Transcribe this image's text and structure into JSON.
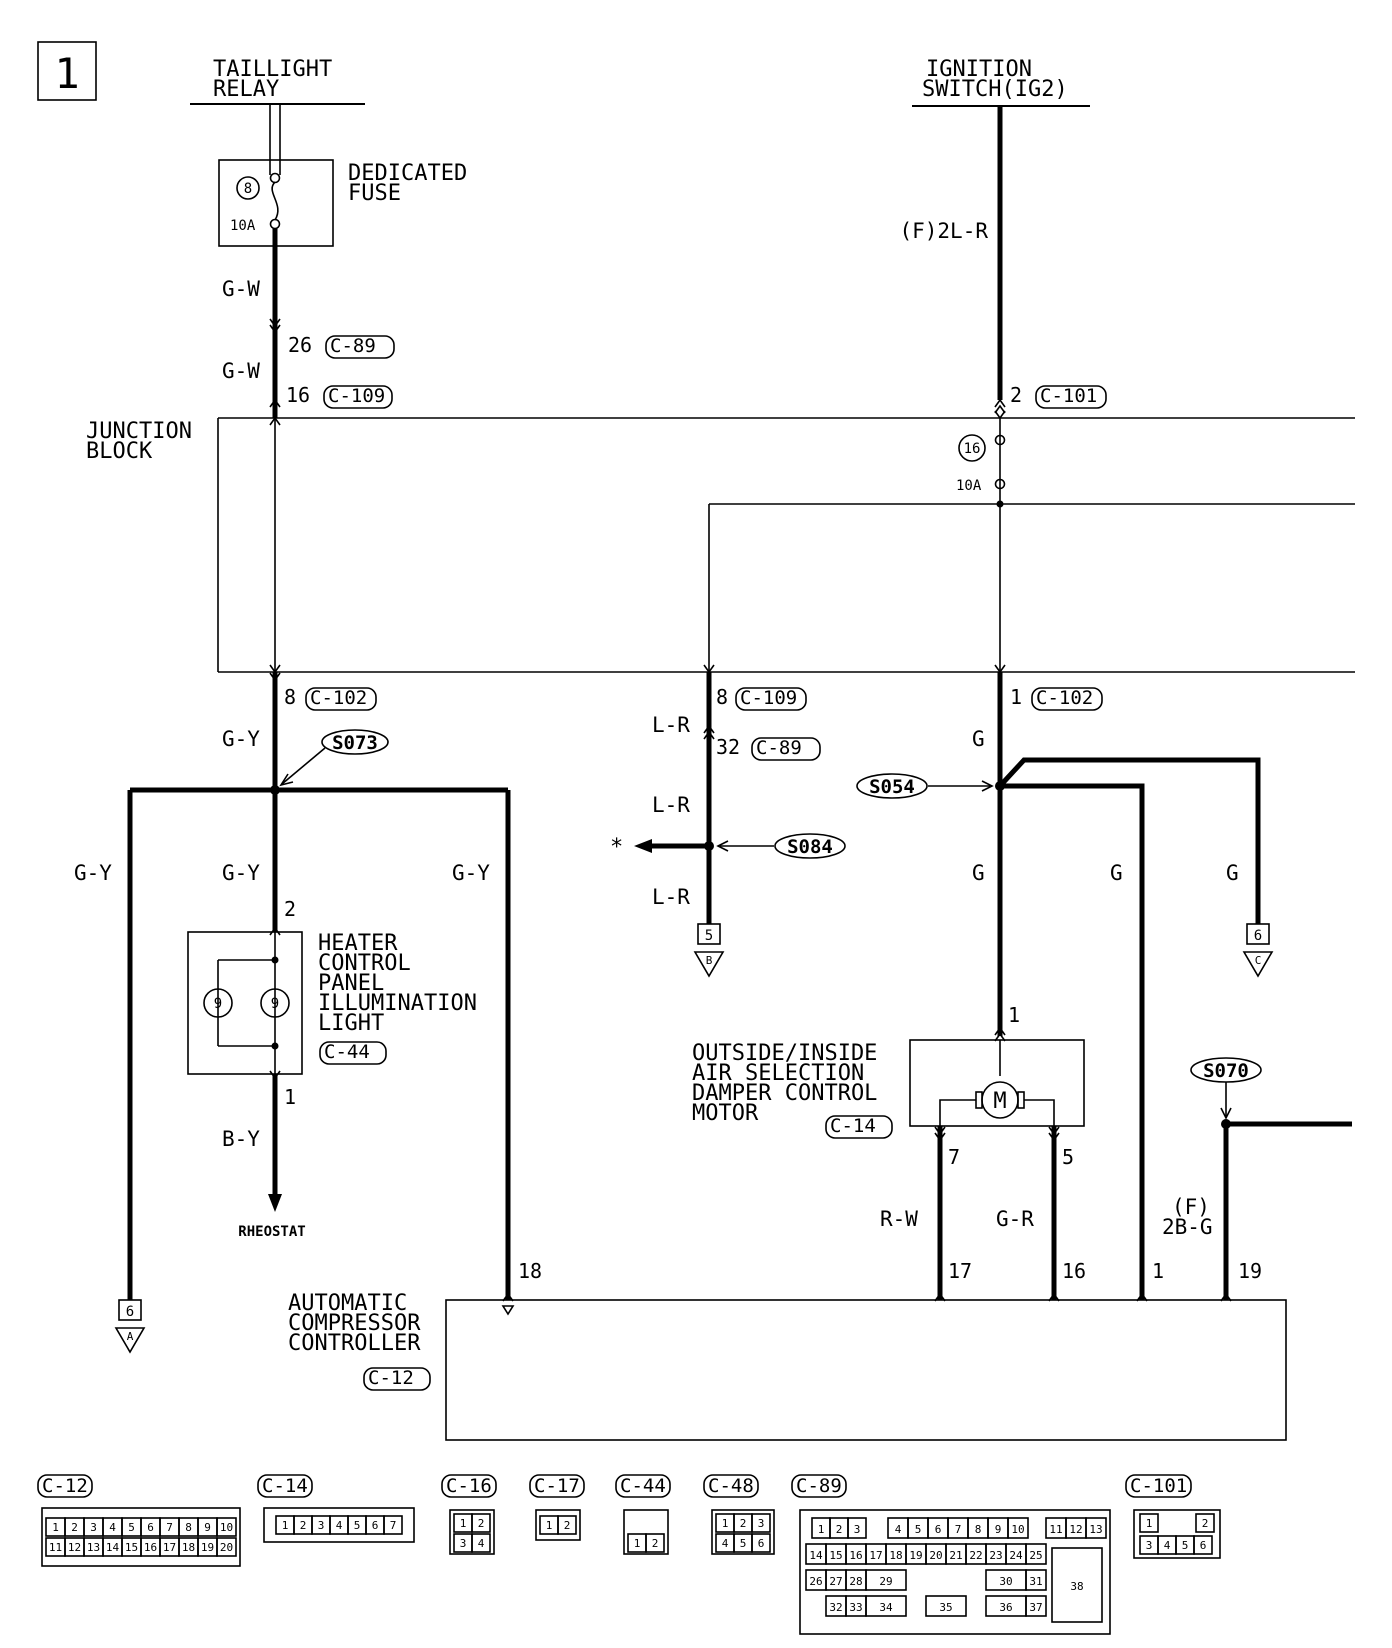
{
  "page_number": "1",
  "taillight_relay": {
    "line1": "TAILLIGHT",
    "line2": "RELAY"
  },
  "ignition_switch": {
    "line1": "IGNITION",
    "line2": "SWITCH(IG2)"
  },
  "dedicated_fuse": {
    "line1": "DEDICATED",
    "line2": "FUSE",
    "number": "8",
    "rating": "10A"
  },
  "junction_block": {
    "line1": "JUNCTION",
    "line2": "BLOCK",
    "fuse_number": "16",
    "fuse_rating": "10A"
  },
  "wires": {
    "gw_1": "G-W",
    "gw_2": "G-W",
    "f_2lr": "(F)2L-R",
    "gy_main": "G-Y",
    "gy_left": "G-Y",
    "gy_mid": "G-Y",
    "gy_right": "G-Y",
    "by": "B-Y",
    "lr_1": "L-R",
    "lr_2": "L-R",
    "lr_3": "L-R",
    "g_1": "G",
    "g_2": "G",
    "g_3": "G",
    "g_4": "G",
    "rw": "R-W",
    "gr": "G-R",
    "f_prefix": "(F)",
    "f_2bg": "2B-G"
  },
  "pins": {
    "p26": "26",
    "p16a": "16",
    "p2": "2",
    "p8a": "8",
    "p8b": "8",
    "p32": "32",
    "p1a": "1",
    "p2b": "2",
    "p1b": "1",
    "p1c": "1",
    "p7": "7",
    "p5": "5",
    "p18": "18",
    "p17": "17",
    "p16b": "16",
    "p1d": "1",
    "p19": "19"
  },
  "connector_refs": {
    "c89a": "C-89",
    "c109a": "C-109",
    "c101": "C-101",
    "c102a": "C-102",
    "c109b": "C-109",
    "c102b": "C-102",
    "c89b": "C-89",
    "c44": "C-44",
    "c14": "C-14",
    "c12": "C-12"
  },
  "splices": {
    "s073": "S073",
    "s054": "S054",
    "s084": "S084",
    "s070": "S070"
  },
  "heater_panel": {
    "line1": "HEATER",
    "line2": "CONTROL",
    "line3": "PANEL",
    "line4": "ILLUMINATION",
    "line5": "LIGHT",
    "bulb": "9"
  },
  "damper_motor": {
    "line1": "OUTSIDE/INSIDE",
    "line2": "AIR SELECTION",
    "line3": "DAMPER CONTROL",
    "line4": "MOTOR",
    "symbol": "M"
  },
  "compressor_controller": {
    "line1": "AUTOMATIC",
    "line2": "COMPRESSOR",
    "line3": "CONTROLLER"
  },
  "rheostat": "RHEOSTAT",
  "asterisk": "*",
  "offpage": {
    "a": {
      "num": "6",
      "letter": "A"
    },
    "b": {
      "num": "5",
      "letter": "B"
    },
    "c": {
      "num": "6",
      "letter": "C"
    }
  },
  "legend": {
    "c12": {
      "label": "C-12",
      "row1": [
        "1",
        "2",
        "3",
        "4",
        "5",
        "6",
        "7",
        "8",
        "9",
        "10"
      ],
      "row2": [
        "11",
        "12",
        "13",
        "14",
        "15",
        "16",
        "17",
        "18",
        "19",
        "20"
      ]
    },
    "c14": {
      "label": "C-14",
      "pins": [
        "1",
        "2",
        "3",
        "4",
        "5",
        "6",
        "7"
      ]
    },
    "c16": {
      "label": "C-16",
      "pins": [
        "1",
        "2",
        "3",
        "4"
      ]
    },
    "c17": {
      "label": "C-17",
      "pins": [
        "1",
        "2"
      ]
    },
    "c44": {
      "label": "C-44",
      "pins": [
        "1",
        "2"
      ]
    },
    "c48": {
      "label": "C-48",
      "pins": [
        "1",
        "2",
        "3",
        "4",
        "5",
        "6"
      ]
    },
    "c89": {
      "label": "C-89",
      "row1a": [
        "1",
        "2",
        "3"
      ],
      "row1b": [
        "4",
        "5",
        "6",
        "7",
        "8",
        "9",
        "10"
      ],
      "row1c": [
        "11",
        "12",
        "13"
      ],
      "row2a": [
        "14",
        "15",
        "16"
      ],
      "row2b": [
        "17",
        "18",
        "19",
        "20",
        "21",
        "22",
        "23",
        "24"
      ],
      "row2c": "25",
      "r3_26": "26",
      "r3_27": "27",
      "r3_28": "28",
      "r3_29": "29",
      "r3_30": "30",
      "r3_31": "31",
      "r4_32": "32",
      "r4_33": "33",
      "r4_34": "34",
      "r4_35": "35",
      "r4_36": "36",
      "r4_37": "37",
      "big": "38"
    },
    "c101": {
      "label": "C-101",
      "top": [
        "1",
        "2"
      ],
      "bottom": [
        "3",
        "4",
        "5",
        "6"
      ]
    }
  }
}
